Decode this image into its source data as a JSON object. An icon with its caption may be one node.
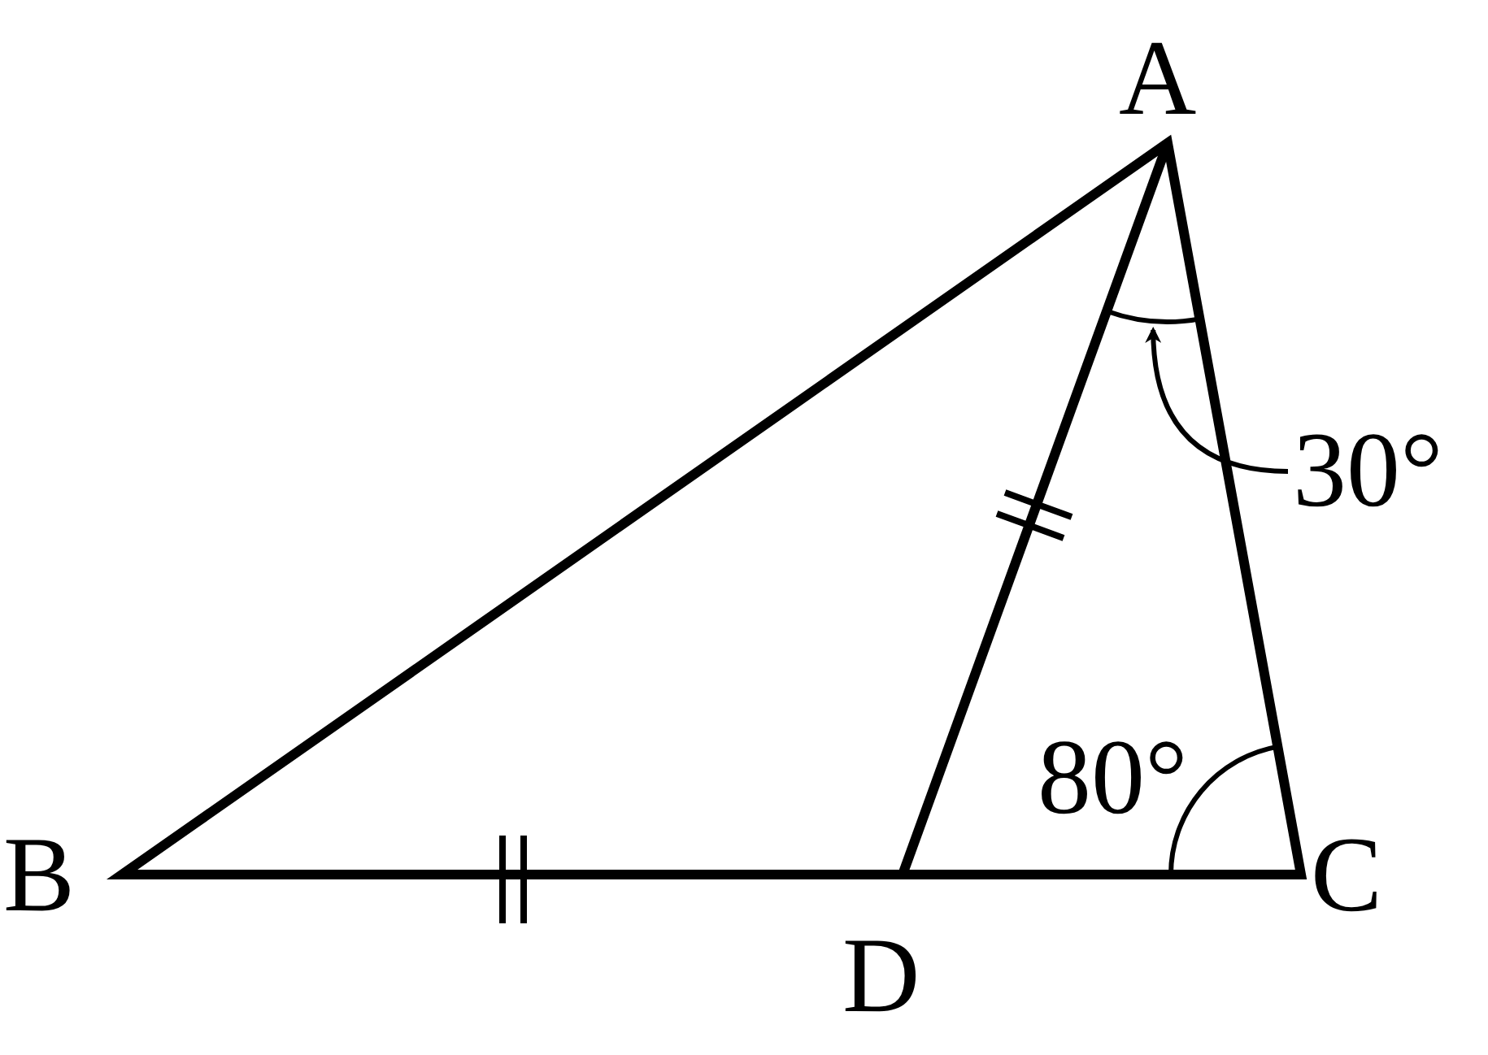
{
  "diagram": {
    "nodes": [
      {
        "text": [
          "30°"
        ]
      },
      {
        "text": [],
        "shape": "arc"
      }
    ],
    "edges": [
      {
        "from": 0,
        "to": 1,
        "arrow": "to"
      }
    ],
    "labels": [
      "A",
      "80°",
      "B",
      "C",
      "D"
    ]
  }
}
